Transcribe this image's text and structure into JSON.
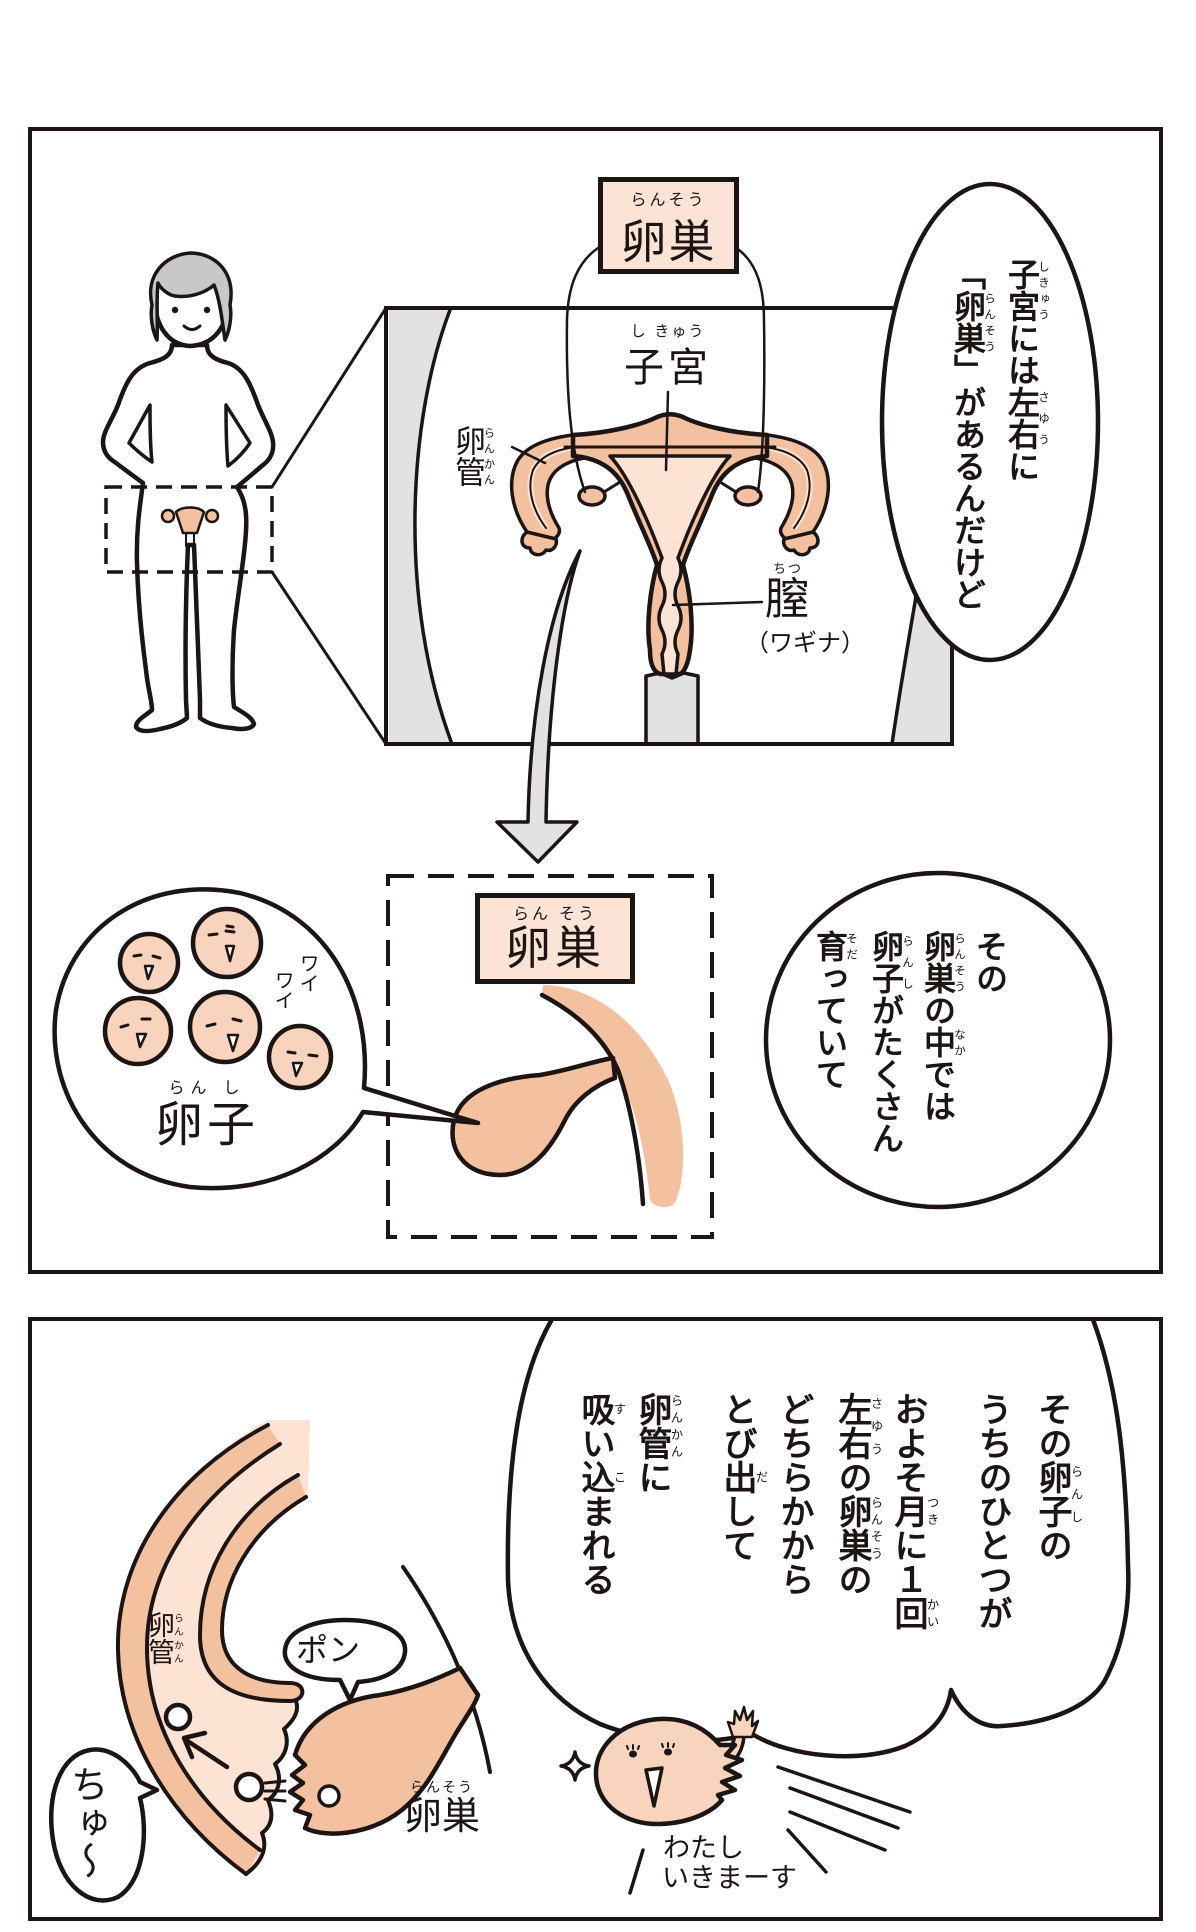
{
  "colors": {
    "ink": "#1c1513",
    "peach": "#f3c0a0",
    "peach_light": "#fde3d3",
    "egg": "#f8d3bd",
    "label_bg": "#fbe3d6",
    "gray": "#e2e2e2",
    "hair": "#c8c8c8",
    "paper": "#ffffff"
  },
  "panel1": {
    "ovary_callout": {
      "ruby": "らんそう",
      "text": "卵巣"
    },
    "narration": {
      "columns": [
        [
          {
            "t": "子宮",
            "r": "しきゅう"
          },
          {
            "t": "には"
          },
          {
            "t": "左右",
            "r": "さゆう"
          },
          {
            "t": "に"
          }
        ],
        [
          {
            "t": "「"
          },
          {
            "t": "卵巣",
            "r": "らんそう"
          },
          {
            "t": "」があるんだけど"
          }
        ]
      ]
    },
    "diagram": {
      "uterus": {
        "ruby": "し きゅう",
        "text": "子宮"
      },
      "fallopian_tube": {
        "ruby": "らんかん",
        "text": "卵管"
      },
      "vagina": {
        "ruby": "ちつ",
        "text": "膣",
        "note": "（ワギナ）"
      }
    },
    "ovary_closeup": {
      "ruby": "らん そう",
      "text": "卵巣"
    },
    "eggs_bubble": {
      "chatter": [
        "ワイ",
        "ワイ"
      ],
      "ruby": "らん し",
      "text": "卵子"
    },
    "narration2": {
      "columns": [
        [
          {
            "t": "その"
          }
        ],
        [
          {
            "t": "卵巣",
            "r": "らんそう"
          },
          {
            "t": "の"
          },
          {
            "t": "中",
            "r": "なか"
          },
          {
            "t": "では"
          }
        ],
        [
          {
            "t": "卵子",
            "r": "らんし"
          },
          {
            "t": "がたくさん"
          }
        ],
        [
          {
            "t": "育",
            "r": "そだ"
          },
          {
            "t": "っていて"
          }
        ]
      ]
    }
  },
  "panel2": {
    "narration": {
      "columns": [
        [
          {
            "t": "その"
          },
          {
            "t": "卵子",
            "r": "らんし"
          },
          {
            "t": "の"
          }
        ],
        [
          {
            "t": "うちのひとつが"
          }
        ],
        [
          {
            "t": "およそ"
          },
          {
            "t": "月",
            "r": "つき"
          },
          {
            "t": "に１"
          },
          {
            "t": "回",
            "r": "かい"
          }
        ],
        [
          {
            "t": "左右",
            "r": "さゆう"
          },
          {
            "t": "の"
          },
          {
            "t": "卵巣",
            "r": "らんそう"
          },
          {
            "t": "の"
          }
        ],
        [
          {
            "t": "どちらかから"
          }
        ],
        [
          {
            "t": "とび"
          },
          {
            "t": "出",
            "r": "だ"
          },
          {
            "t": "して"
          }
        ],
        [
          {
            "t": "卵管",
            "r": "らんかん"
          },
          {
            "t": "に"
          }
        ],
        [
          {
            "t": "吸",
            "r": "す"
          },
          {
            "t": "い"
          },
          {
            "t": "込",
            "r": "こ"
          },
          {
            "t": "まれる"
          }
        ]
      ]
    },
    "pop_sfx": "ポン",
    "slurp_sfx": "ちゅ〜",
    "tube_label": {
      "ruby": "らんかん",
      "text": "卵管"
    },
    "ovary_label": {
      "ruby": "らんそう",
      "text": "卵巣"
    },
    "egg_speech": [
      "わたし",
      "いきまーす"
    ]
  }
}
